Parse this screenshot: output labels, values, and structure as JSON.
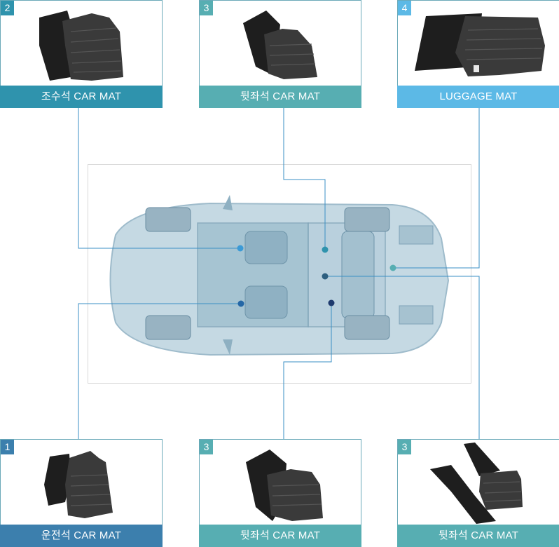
{
  "cards": {
    "driver": {
      "number": "1",
      "label": "운전석 CAR MAT"
    },
    "passenger": {
      "number": "2",
      "label": "조수석 CAR MAT"
    },
    "rear_top": {
      "number": "3",
      "label": "뒷좌석 CAR MAT"
    },
    "luggage": {
      "number": "4",
      "label": "LUGGAGE MAT"
    },
    "rear_mid": {
      "number": "3",
      "label": "뒷좌석 CAR MAT"
    },
    "rear_right": {
      "number": "3",
      "label": "뒷좌석 CAR MAT"
    }
  },
  "colors": {
    "driver": "#3c7fad",
    "passenger": "#2f93ad",
    "rear": "#57aeb2",
    "luggage": "#5cb9e6",
    "rear_dot_dark": "#1e3a6e",
    "car_body": "#a9c6d6",
    "mat": "#2b2b2b"
  }
}
